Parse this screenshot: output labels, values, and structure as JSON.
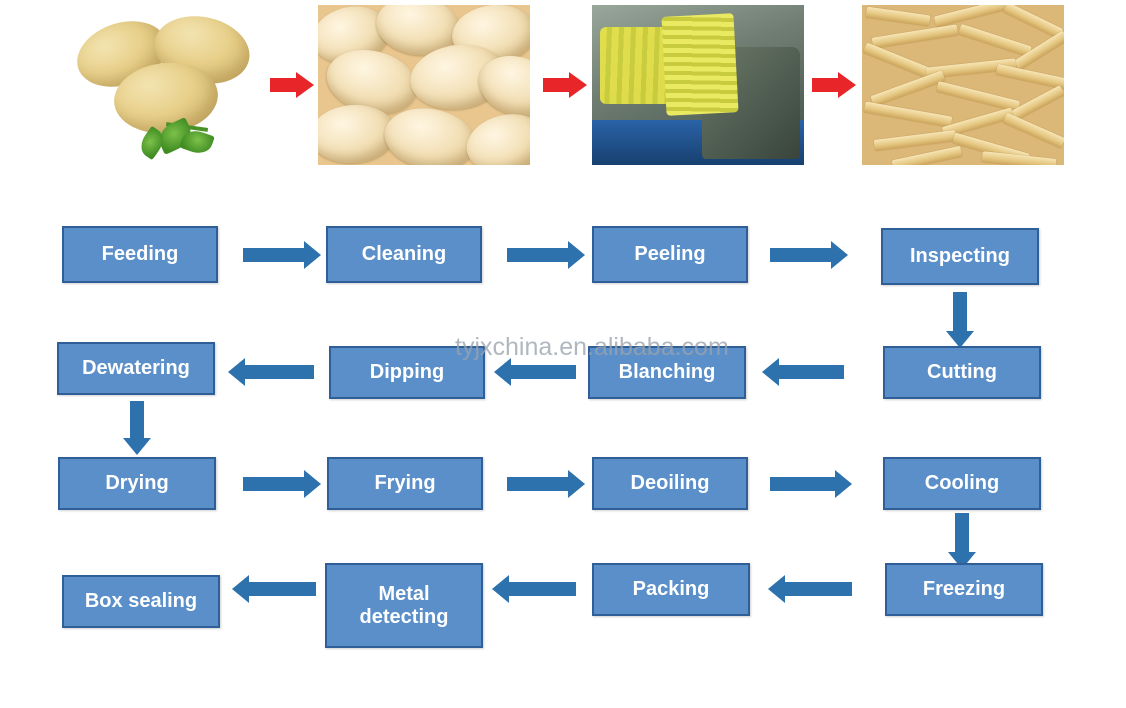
{
  "photos": [
    {
      "name": "raw-potatoes-photo",
      "caption": "raw potatoes with parsley leaf"
    },
    {
      "name": "washed-potatoes-photo",
      "caption": "washed peeled potatoes"
    },
    {
      "name": "cutting-machine-photo",
      "caption": "hand holding cut potato strips over machine tray"
    },
    {
      "name": "french-fries-photo",
      "caption": "pile of french fries"
    }
  ],
  "photo_arrows": [
    {
      "name": "red-arrow-1",
      "direction": "right",
      "color": "#e8262a"
    },
    {
      "name": "red-arrow-2",
      "direction": "right",
      "color": "#e8262a"
    },
    {
      "name": "red-arrow-3",
      "direction": "right",
      "color": "#e8262a"
    }
  ],
  "watermark": {
    "text": "tyjxchina.en.alibaba.com"
  },
  "flowchart": {
    "node_fill": "#5b8fc9",
    "node_border": "#2f5f96",
    "node_text_color": "#ffffff",
    "arrow_color": "#2e72ad",
    "nodes": [
      {
        "id": "feeding",
        "label": "Feeding"
      },
      {
        "id": "cleaning",
        "label": "Cleaning"
      },
      {
        "id": "peeling",
        "label": "Peeling"
      },
      {
        "id": "inspecting",
        "label": "Inspecting"
      },
      {
        "id": "cutting",
        "label": "Cutting"
      },
      {
        "id": "blanching",
        "label": "Blanching"
      },
      {
        "id": "dipping",
        "label": "Dipping"
      },
      {
        "id": "dewatering",
        "label": "Dewatering"
      },
      {
        "id": "drying",
        "label": "Drying"
      },
      {
        "id": "frying",
        "label": "Frying"
      },
      {
        "id": "deoiling",
        "label": "Deoiling"
      },
      {
        "id": "cooling",
        "label": "Cooling"
      },
      {
        "id": "freezing",
        "label": "Freezing"
      },
      {
        "id": "packing",
        "label": "Packing"
      },
      {
        "id": "metal_detecting",
        "label": "Metal\ndetecting"
      },
      {
        "id": "box_sealing",
        "label": "Box sealing"
      }
    ],
    "connections": [
      {
        "from": "feeding",
        "to": "cleaning",
        "direction": "right"
      },
      {
        "from": "cleaning",
        "to": "peeling",
        "direction": "right"
      },
      {
        "from": "peeling",
        "to": "inspecting",
        "direction": "right"
      },
      {
        "from": "inspecting",
        "to": "cutting",
        "direction": "down"
      },
      {
        "from": "cutting",
        "to": "blanching",
        "direction": "left"
      },
      {
        "from": "blanching",
        "to": "dipping",
        "direction": "left"
      },
      {
        "from": "dipping",
        "to": "dewatering",
        "direction": "left"
      },
      {
        "from": "dewatering",
        "to": "drying",
        "direction": "down"
      },
      {
        "from": "drying",
        "to": "frying",
        "direction": "right"
      },
      {
        "from": "frying",
        "to": "deoiling",
        "direction": "right"
      },
      {
        "from": "deoiling",
        "to": "cooling",
        "direction": "right"
      },
      {
        "from": "cooling",
        "to": "freezing",
        "direction": "down"
      },
      {
        "from": "freezing",
        "to": "packing",
        "direction": "left"
      },
      {
        "from": "packing",
        "to": "metal_detecting",
        "direction": "left"
      },
      {
        "from": "metal_detecting",
        "to": "box_sealing",
        "direction": "left"
      }
    ]
  }
}
